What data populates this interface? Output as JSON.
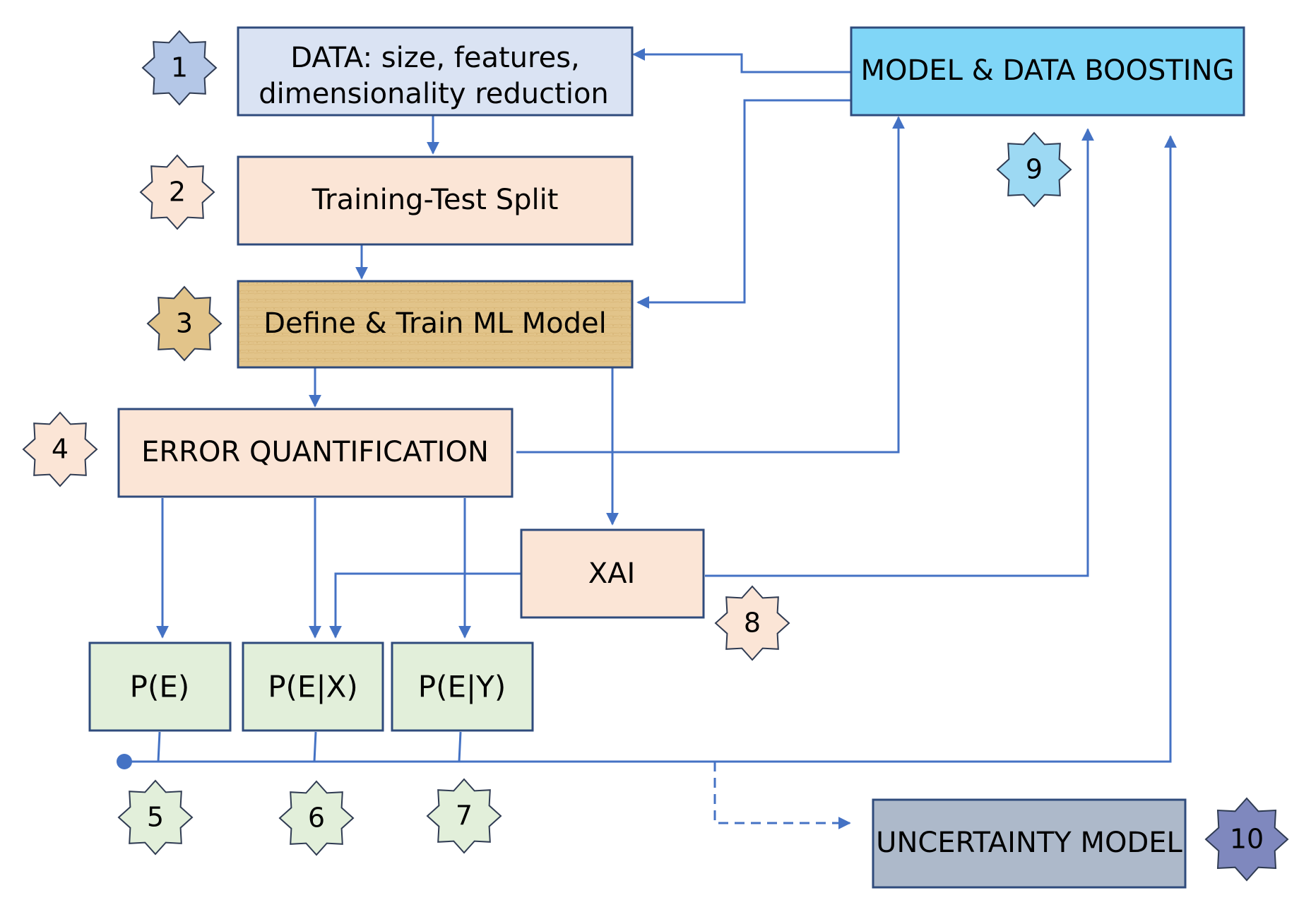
{
  "colors": {
    "connector": "#4472C4",
    "box_border": "#2F4B7C",
    "data_fill": "#DAE3F3",
    "peach_fill": "#FBE5D6",
    "model_fill": "#E2C48A",
    "boost_fill": "#80D6F7",
    "green_fill": "#E2EFDA",
    "uncertainty_fill": "#ADB9CA"
  },
  "boxes": {
    "data": {
      "line1": "DATA: size, features,",
      "line2": "dimensionality reduction"
    },
    "split": {
      "label": "Training-Test Split"
    },
    "train": {
      "label": "Define & Train ML Model"
    },
    "error": {
      "label": "ERROR QUANTIFICATION"
    },
    "xai": {
      "label": "XAI"
    },
    "pe": {
      "label": "P(E)"
    },
    "pex": {
      "label": "P(E|X)"
    },
    "pey": {
      "label": "P(E|Y)"
    },
    "boosting": {
      "label": "MODEL & DATA BOOSTING"
    },
    "uncertainty": {
      "label": "UNCERTAINTY MODEL"
    }
  },
  "badges": {
    "b1": {
      "num": "1",
      "color": "#B4C7E7"
    },
    "b2": {
      "num": "2",
      "color": "#FBE5D6"
    },
    "b3": {
      "num": "3",
      "color": "#E2C48A"
    },
    "b4": {
      "num": "4",
      "color": "#FBE5D6"
    },
    "b5": {
      "num": "5",
      "color": "#E2EFDA"
    },
    "b6": {
      "num": "6",
      "color": "#E2EFDA"
    },
    "b7": {
      "num": "7",
      "color": "#E2EFDA"
    },
    "b8": {
      "num": "8",
      "color": "#FBE5D6"
    },
    "b9": {
      "num": "9",
      "color": "#9DD9F3"
    },
    "b10": {
      "num": "10",
      "color": "#7F88BE"
    }
  }
}
